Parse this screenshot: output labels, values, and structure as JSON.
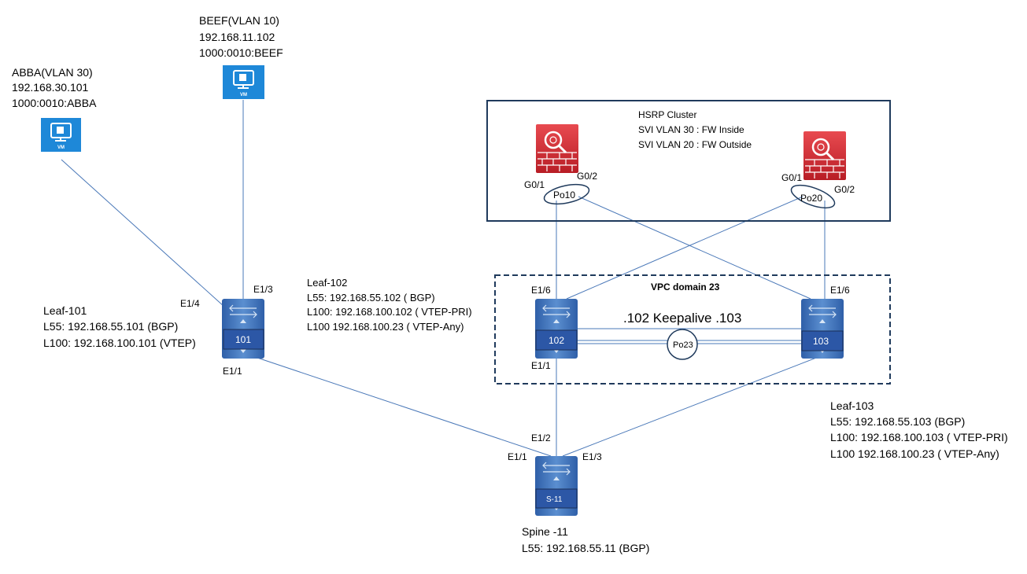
{
  "vms": {
    "abba": {
      "name": "ABBA(VLAN 30)",
      "ip": "192.168.30.101",
      "v6": "1000:0010:ABBA",
      "icon_label": "VM"
    },
    "beef": {
      "name": "BEEF(VLAN 10)",
      "ip": "192.168.11.102",
      "v6": "1000:0010:BEEF",
      "icon_label": "VM"
    }
  },
  "hsrp": {
    "title": "HSRP Cluster",
    "line1": "SVI VLAN 30 : FW Inside",
    "line2": "SVI VLAN 20 : FW Outside",
    "fw1": {
      "g01": "G0/1",
      "g02": "G0/2",
      "po": "Po10"
    },
    "fw2": {
      "g01": "G0/1",
      "g02": "G0/2",
      "po": "Po20"
    }
  },
  "vpc": {
    "title": "VPC domain 23",
    "keepalive": ".102 Keepalive .103",
    "po": "Po23"
  },
  "leaf101": {
    "name": "Leaf-101",
    "l55": "L55: 192.168.55.101 (BGP)",
    "l100": "L100: 192.168.100.101  (VTEP)",
    "label": "101",
    "e14": "E1/4",
    "e13": "E1/3",
    "e11": "E1/1"
  },
  "leaf102": {
    "name": "Leaf-102",
    "l55": "L55: 192.168.55.102 ( BGP)",
    "l100": "L100: 192.168.100.102 ( VTEP-PRI)",
    "l100b": "L100 192.168.100.23 ( VTEP-Any)",
    "label": "102",
    "e16": "E1/6",
    "e11": "E1/1"
  },
  "leaf103": {
    "name": "Leaf-103",
    "l55": "L55: 192.168.55.103 (BGP)",
    "l100": "L100: 192.168.100.103 ( VTEP-PRI)",
    "l100b": "L100 192.168.100.23 ( VTEP-Any)",
    "label": "103",
    "e16": "E1/6"
  },
  "spine": {
    "name": "Spine -11",
    "l55": "L55: 192.168.55.11 (BGP)",
    "label": "S-11",
    "e11": "E1/1",
    "e12": "E1/2",
    "e13": "E1/3"
  },
  "colors": {
    "wire": "#4a78b8",
    "vm_blue": "#1e88d8",
    "switch_blue": "#3d6fb8",
    "switch_label": "#2c57a6",
    "firewall_red": "#d42a32",
    "box_navy": "#1f3a5c"
  }
}
